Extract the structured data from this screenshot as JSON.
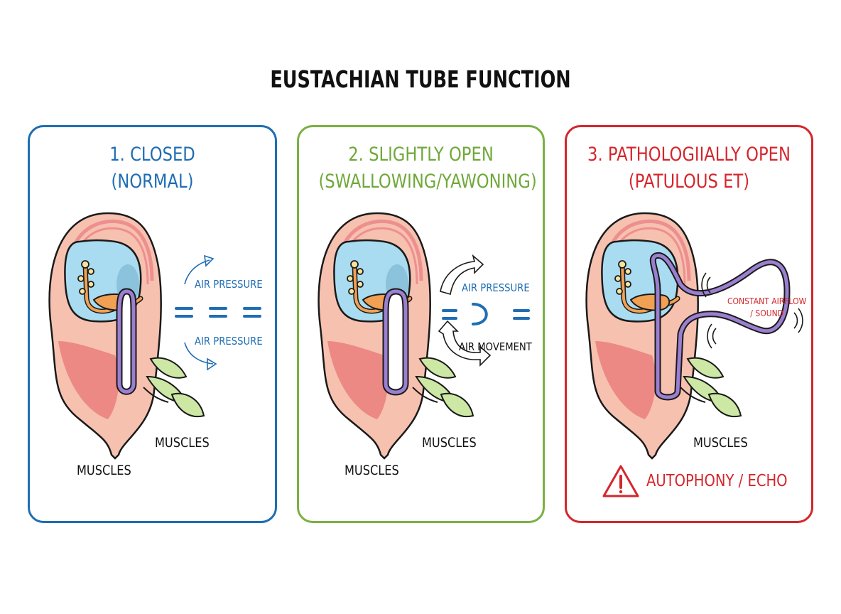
{
  "title": "EUSTACHIAN TUBE FUNCTION",
  "panels": [
    {
      "heading_line1": "1. CLOSED",
      "heading_line2": "(NORMAL)",
      "color": "#1f6db3",
      "labels": {
        "air_pressure_top": "AIR PRESSURE",
        "air_pressure_bottom": "AIR PRESSURE",
        "muscles_right": "MUSCLES",
        "muscles_left": "MUSCLES"
      }
    },
    {
      "heading_line1": "2. SLIGHTLY OPEN",
      "heading_line2": "(SWALLOWING/YAWONING)",
      "color": "#7bb043",
      "labels": {
        "air_pressure": "AIR PRESSURE",
        "air_movement": "AIR MOVEMENT",
        "muscles_right": "MUSCLES",
        "muscles_left": "MUSCLES"
      }
    },
    {
      "heading_line1": "3. PATHOLOGIIALLY OPEN",
      "heading_line2": "(PATULOUS ET)",
      "color": "#d4262c",
      "labels": {
        "constant_airflow_line1": "CONSTANT AIRFLOW",
        "constant_airflow_line2": "/ SOUND",
        "muscles": "MUSCLES",
        "warning": "AUTOPHONY / ECHO"
      },
      "warning_icon": "warning-triangle-icon"
    }
  ]
}
